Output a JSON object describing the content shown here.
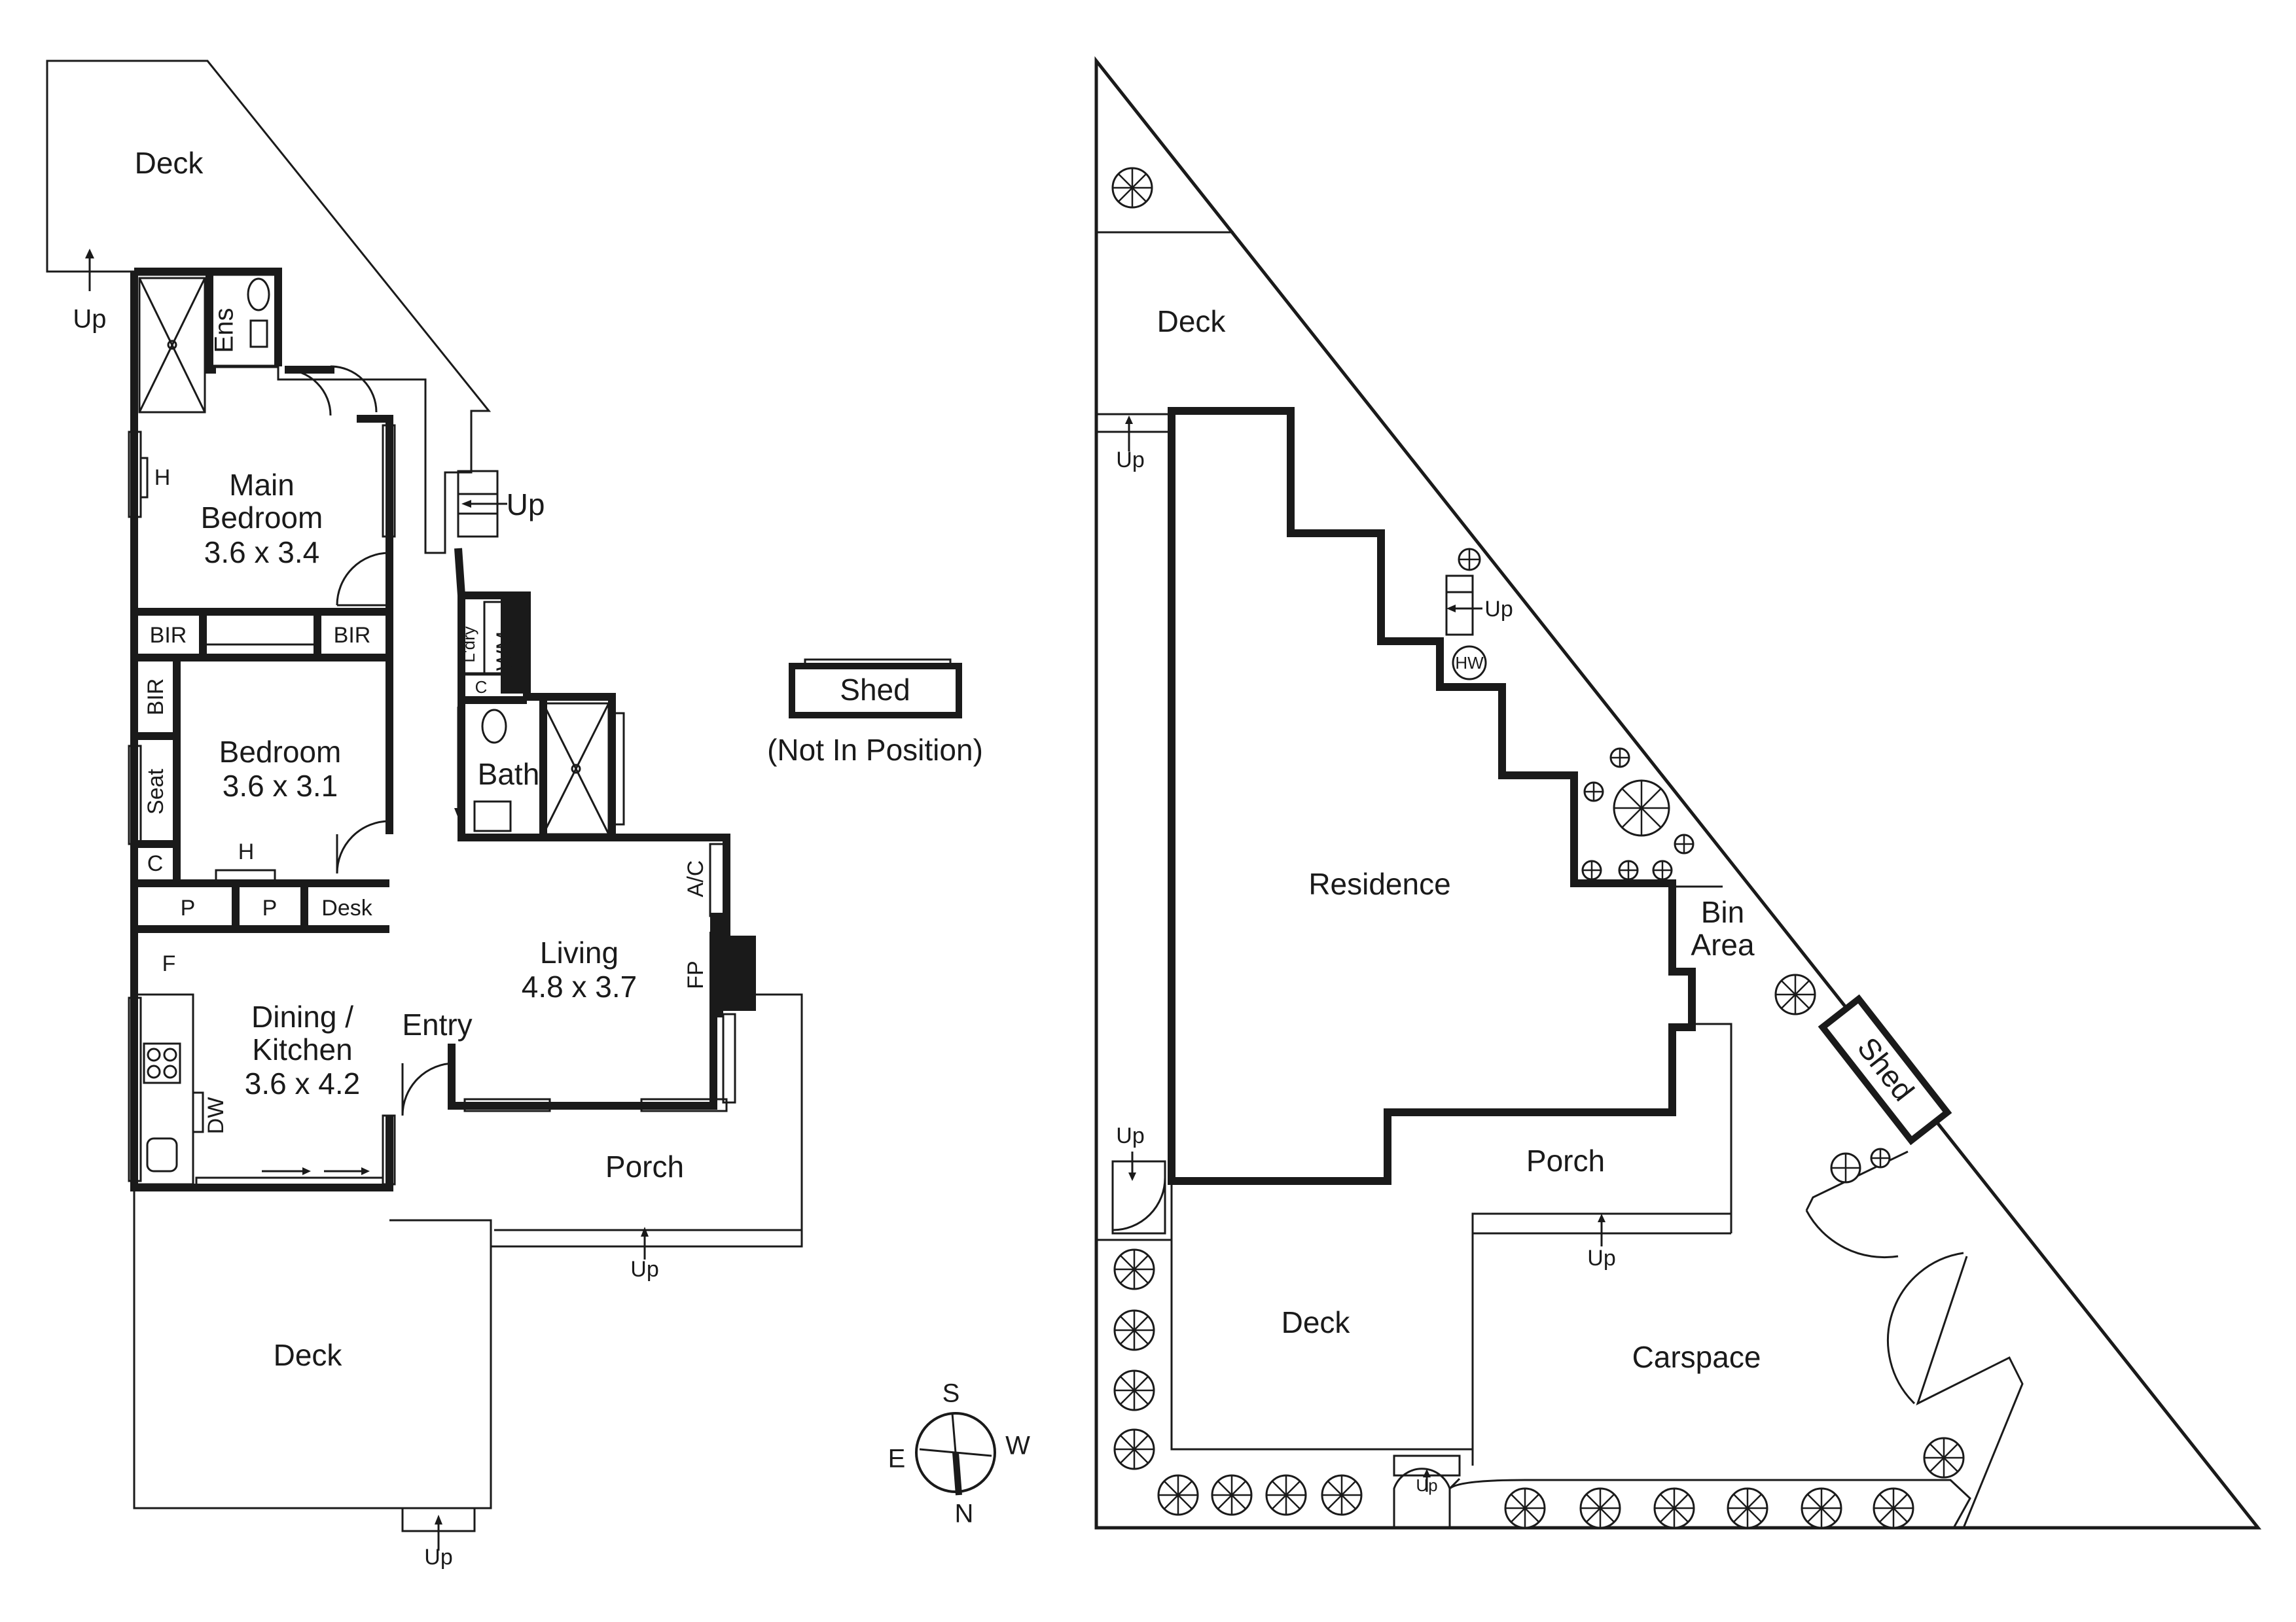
{
  "plan_left": {
    "deck_top": "Deck",
    "up_deck_top": "Up",
    "ensuite": "Ens",
    "main_bedroom_name": "Main",
    "main_bedroom_name2": "Bedroom",
    "main_bedroom_size": "3.6 x 3.4",
    "heater_main": "H",
    "up_side": "Up",
    "bir_left": "BIR",
    "bir_right": "BIR",
    "bir_vertical": "BIR",
    "laundry": "L'dry",
    "wm": "WM",
    "cupboard_small": "C",
    "bedroom_name": "Bedroom",
    "bedroom_size": "3.6 x 3.1",
    "seat": "Seat",
    "bath": "Bath",
    "cupboard": "C",
    "heater_bed": "H",
    "pantry1": "P",
    "pantry2": "P",
    "desk": "Desk",
    "ac": "A/C",
    "fridge": "F",
    "living_name": "Living",
    "living_size": "4.8 x 3.7",
    "fireplace": "FP",
    "dining_name": "Dining /",
    "dining_name2": "Kitchen",
    "dining_size": "3.6 x 4.2",
    "dishwasher": "DW",
    "entry": "Entry",
    "porch": "Porch",
    "up_porch": "Up",
    "deck_bottom": "Deck",
    "up_deck_bottom": "Up"
  },
  "shed_block": {
    "shed": "Shed",
    "note": "(Not In Position)"
  },
  "compass": {
    "s": "S",
    "w": "W",
    "e": "E",
    "n": "N"
  },
  "plan_right": {
    "deck_top": "Deck",
    "up_left_top": "Up",
    "up_mid": "Up",
    "hw": "HW",
    "residence": "Residence",
    "bin_area": "Bin",
    "bin_area2": "Area",
    "shed": "Shed",
    "porch": "Porch",
    "up_porch": "Up",
    "up_left_bottom": "Up",
    "deck_bottom": "Deck",
    "carspace": "Carspace",
    "up_bottom": "Up"
  }
}
